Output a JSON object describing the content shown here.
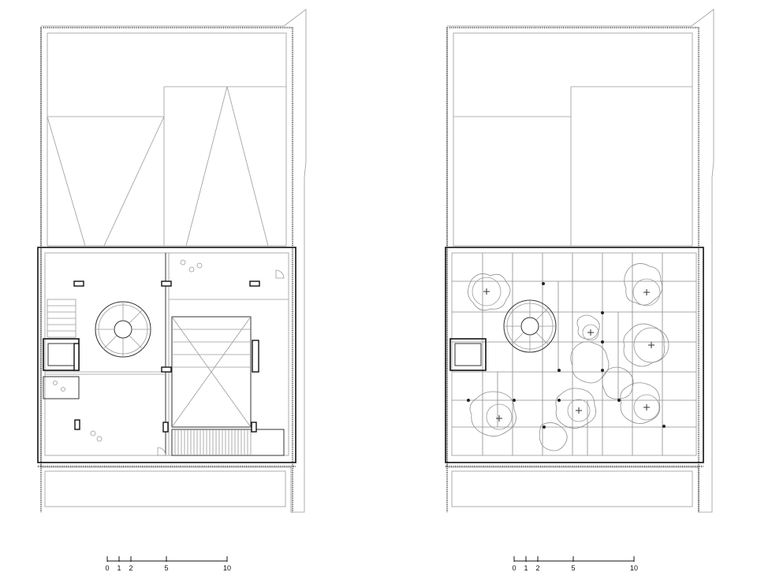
{
  "scale_bar": {
    "ticks": [
      {
        "value": "0"
      },
      {
        "value": "1"
      },
      {
        "value": "2"
      },
      {
        "value": "5"
      },
      {
        "value": "10"
      }
    ]
  },
  "plans": [
    {
      "id": "left-plan",
      "variant": "interior"
    },
    {
      "id": "right-plan",
      "variant": "roof-garden"
    }
  ]
}
